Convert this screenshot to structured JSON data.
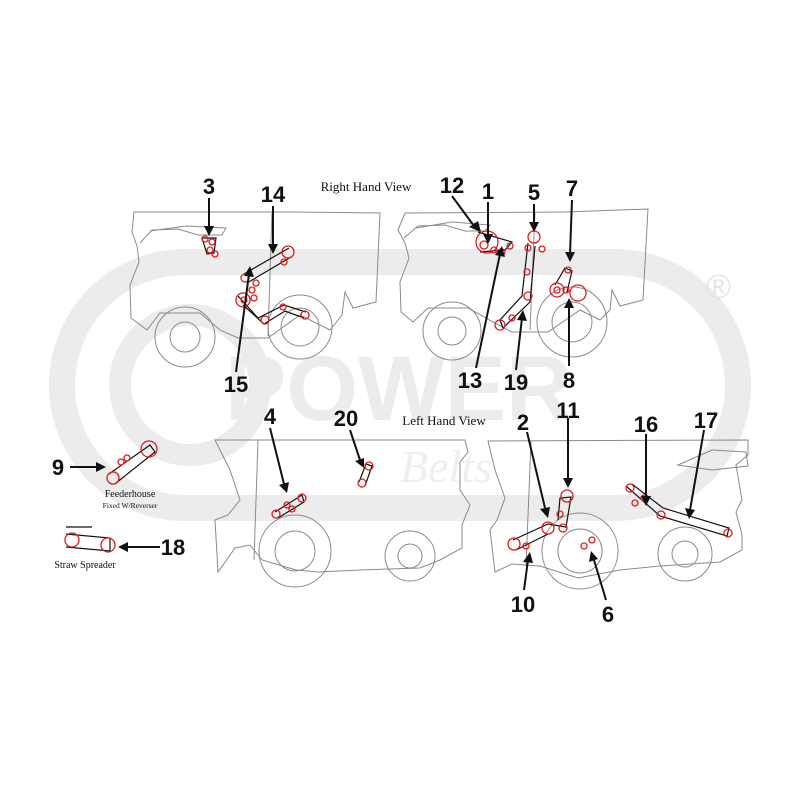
{
  "watermark": {
    "brand": "POWER",
    "script": "Belts",
    "registered": "®"
  },
  "views": {
    "right": "Right Hand View",
    "left": "Left Hand View"
  },
  "notes": {
    "feederhouse": "Feederhouse",
    "feederhouse_sub": "Fixed W/Reverser",
    "straw_spreader": "Straw Spreader"
  },
  "callouts": {
    "c1": "1",
    "c2": "2",
    "c3": "3",
    "c4": "4",
    "c5": "5",
    "c6": "6",
    "c7": "7",
    "c8": "8",
    "c9": "9",
    "c10": "10",
    "c11": "11",
    "c12": "12",
    "c13": "13",
    "c14": "14",
    "c15": "15",
    "c16": "16",
    "c17": "17",
    "c18": "18",
    "c19": "19",
    "c20": "20"
  },
  "colors": {
    "pulley": "#e01b1b",
    "outline": "#8a8a8a",
    "watermark": "#ececec"
  }
}
